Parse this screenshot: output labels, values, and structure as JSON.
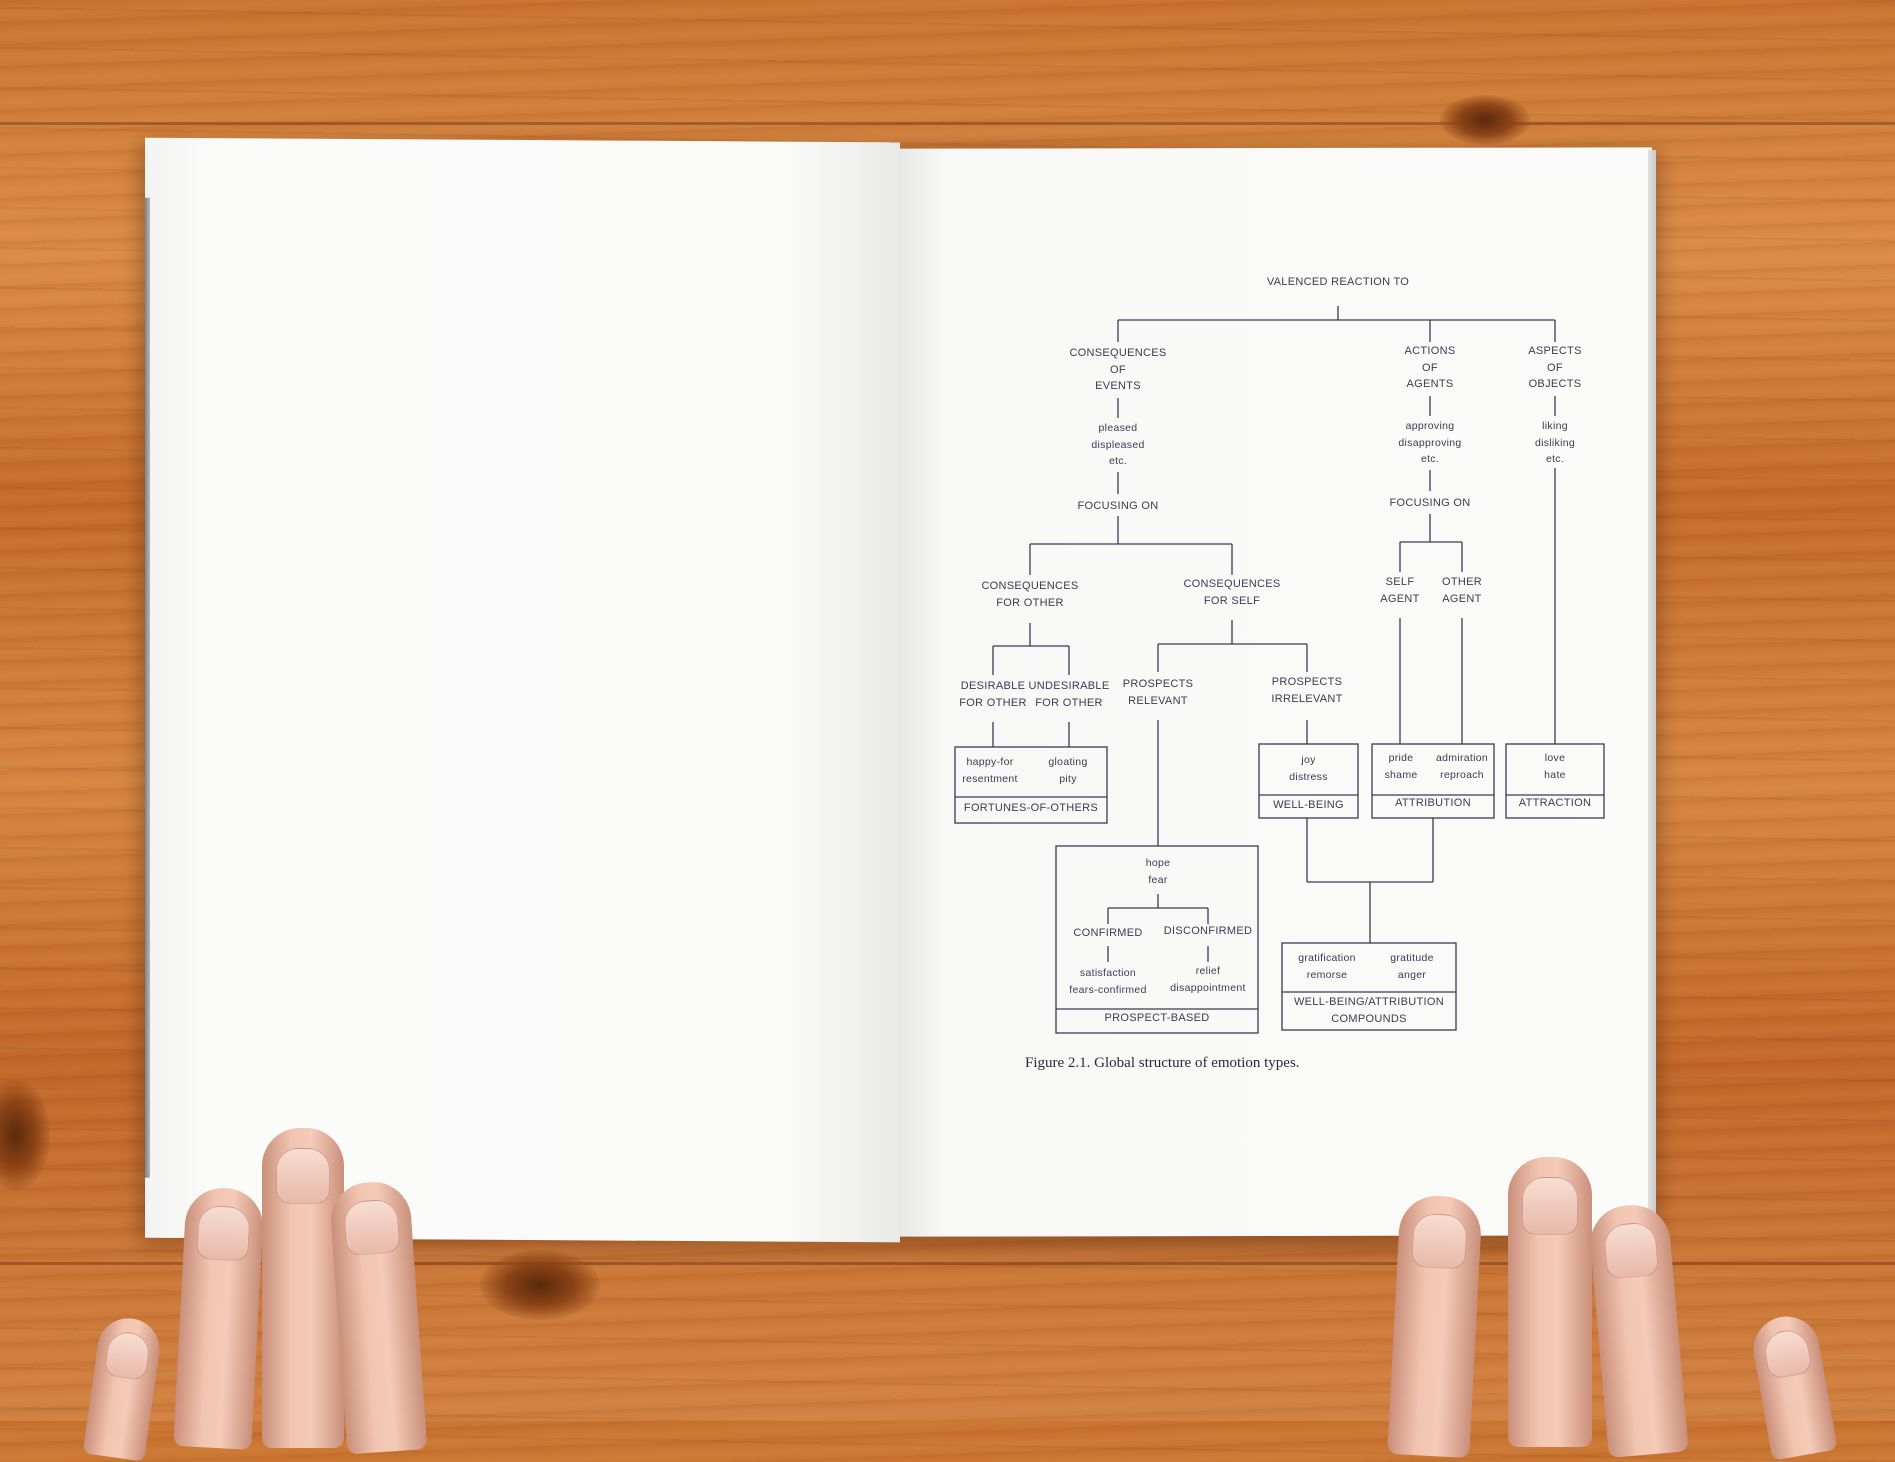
{
  "diagram": {
    "root": "VALENCED REACTION TO",
    "branches": {
      "events": {
        "title": "CONSEQUENCES\nOF\nEVENTS",
        "reactions": "pleased\ndispleased\netc.",
        "focus": "FOCUSING ON"
      },
      "agents": {
        "title": "ACTIONS\nOF\nAGENTS",
        "reactions": "approving\ndisapproving\netc.",
        "focus": "FOCUSING ON"
      },
      "objects": {
        "title": "ASPECTS\nOF\nOBJECTS",
        "reactions": "liking\ndisliking\netc."
      }
    },
    "nodes": {
      "cons_other": "CONSEQUENCES\nFOR OTHER",
      "cons_self": "CONSEQUENCES\nFOR SELF",
      "self_agent": "SELF\nAGENT",
      "other_agent": "OTHER\nAGENT",
      "desirable": "DESIRABLE\nFOR OTHER",
      "undesirable": "UNDESIRABLE\nFOR OTHER",
      "prospects_relevant": "PROSPECTS\nRELEVANT",
      "prospects_irrelevant": "PROSPECTS\nIRRELEVANT",
      "confirmed": "CONFIRMED",
      "disconfirmed": "DISCONFIRMED"
    },
    "boxes": {
      "fortunes": {
        "left": "happy-for\nresentment",
        "right": "gloating\npity",
        "label": "FORTUNES-OF-OTHERS"
      },
      "wellbeing": {
        "items": "joy\ndistress",
        "label": "WELL-BEING"
      },
      "attribution": {
        "left": "pride\nshame",
        "right": "admiration\nreproach",
        "label": "ATTRIBUTION"
      },
      "attraction": {
        "items": "love\nhate",
        "label": "ATTRACTION"
      },
      "prospect": {
        "top": "hope\nfear",
        "left": "satisfaction\nfears-confirmed",
        "right": "relief\ndisappointment",
        "label": "PROSPECT-BASED"
      },
      "compounds": {
        "left": "gratification\nremorse",
        "right": "gratitude\nanger",
        "label": "WELL-BEING/ATTRIBUTION\nCOMPOUNDS"
      }
    },
    "caption": "Figure 2.1. Global structure of emotion types."
  }
}
